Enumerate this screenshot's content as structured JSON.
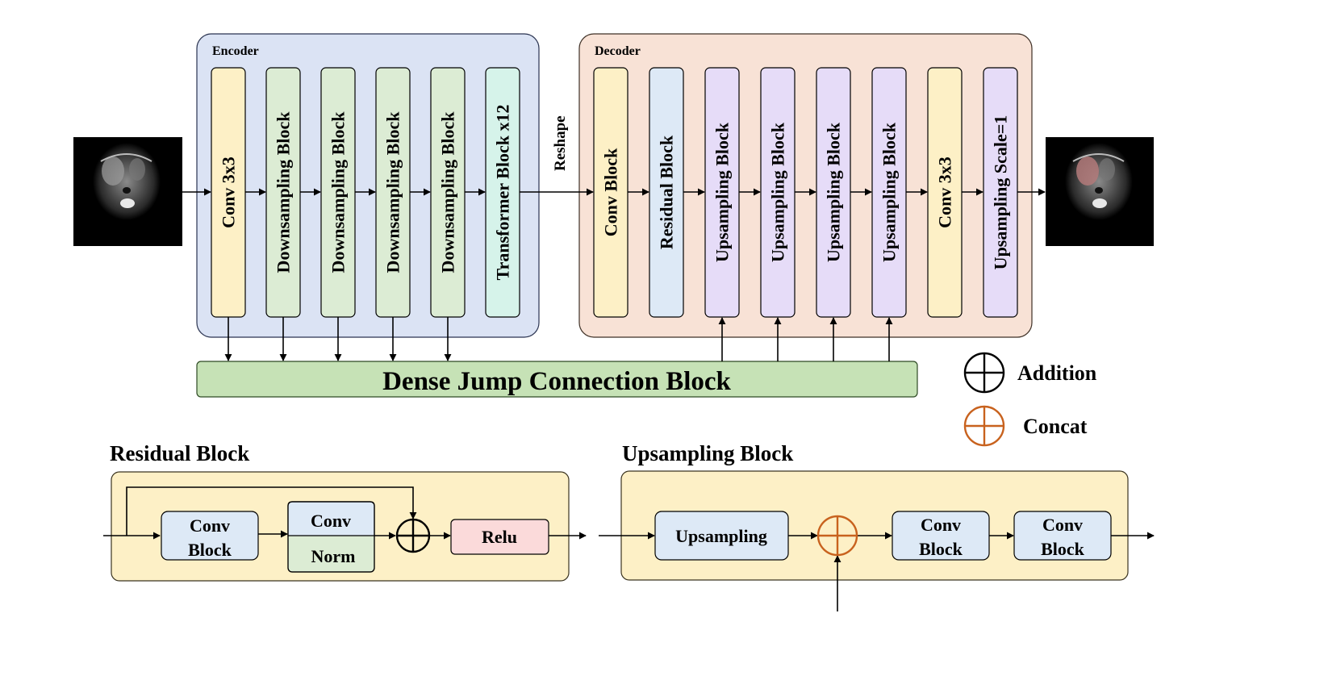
{
  "encoder": {
    "title": "Encoder",
    "blocks": [
      {
        "label": "Conv 3x3",
        "fill": "#fdf0c6"
      },
      {
        "label": "Downsampling Block",
        "fill": "#dcecd4"
      },
      {
        "label": "Downsampling Block",
        "fill": "#dcecd4"
      },
      {
        "label": "Downsampling Block",
        "fill": "#dcecd4"
      },
      {
        "label": "Downsampling Block",
        "fill": "#dcecd4"
      },
      {
        "label": "Transformer Block x12",
        "fill": "#d6f3ea"
      }
    ],
    "panel_fill": "#dbe3f4"
  },
  "reshape_label": "Reshape",
  "decoder": {
    "title": "Decoder",
    "blocks": [
      {
        "label": "Conv Block",
        "fill": "#fdf0c6"
      },
      {
        "label": "Residual Block",
        "fill": "#dde9f6"
      },
      {
        "label": "Upsampling Block",
        "fill": "#e6dcf8"
      },
      {
        "label": "Upsampling Block",
        "fill": "#e6dcf8"
      },
      {
        "label": "Upsampling Block",
        "fill": "#e6dcf8"
      },
      {
        "label": "Upsampling Block",
        "fill": "#e6dcf8"
      },
      {
        "label": "Conv 3x3",
        "fill": "#fdf0c6"
      },
      {
        "label": "Upsampling Scale=1",
        "fill": "#e6dcf8"
      }
    ],
    "panel_fill": "#f8e2d6"
  },
  "dense_block": {
    "label": "Dense Jump Connection Block",
    "fill": "#c6e2b6"
  },
  "legend": {
    "addition": {
      "label": "Addition",
      "color": "#000000"
    },
    "concat": {
      "label": "Concat",
      "color": "#c8621e"
    }
  },
  "residual_block": {
    "title": "Residual Block",
    "conv_block": {
      "line1": "Conv",
      "line2": "Block"
    },
    "conv_norm": {
      "top": "Conv",
      "bottom": "Norm"
    },
    "relu": "Relu"
  },
  "upsampling_block": {
    "title": "Upsampling Block",
    "upsampling": "Upsampling",
    "conv_block_1": {
      "line1": "Conv",
      "line2": "Block"
    },
    "conv_block_2": {
      "line1": "Conv",
      "line2": "Block"
    }
  },
  "colors": {
    "bottom_panel": "#fdf0c6",
    "light_blue": "#dde9f6",
    "light_green": "#dcecd4",
    "pink": "#fbdada"
  }
}
